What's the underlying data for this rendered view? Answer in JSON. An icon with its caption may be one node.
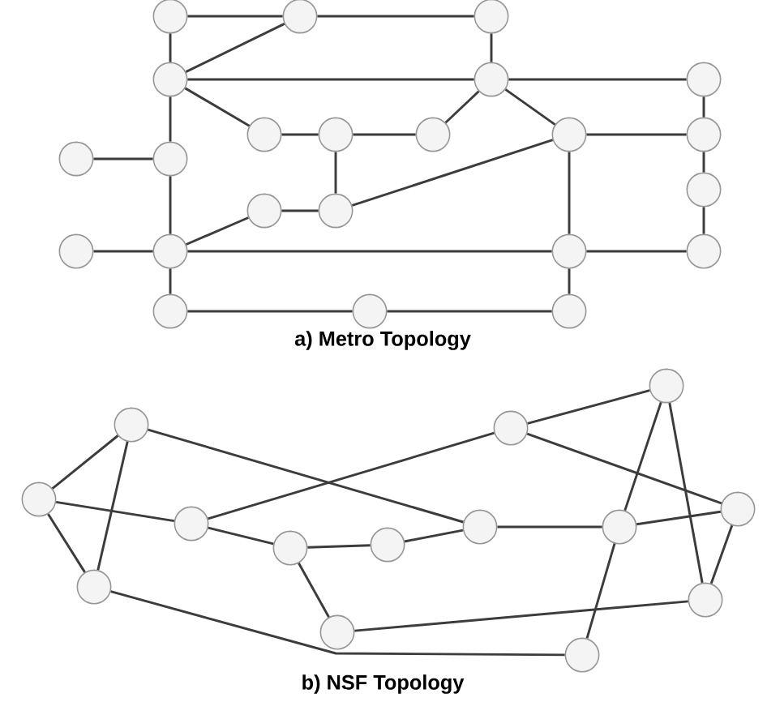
{
  "diagram": {
    "nodes": [
      {
        "text": [],
        "shape": "circle"
      },
      {
        "text": [],
        "shape": "circle"
      },
      {
        "text": [],
        "shape": "circle"
      },
      {
        "text": [],
        "shape": "circle"
      },
      {
        "text": [],
        "shape": "circle"
      },
      {
        "text": [],
        "shape": "circle"
      },
      {
        "text": [],
        "shape": "circle"
      },
      {
        "text": [],
        "shape": "circle"
      },
      {
        "text": [],
        "shape": "circle"
      },
      {
        "text": [],
        "shape": "circle"
      },
      {
        "text": [],
        "shape": "circle"
      },
      {
        "text": [],
        "shape": "circle"
      },
      {
        "text": [],
        "shape": "circle"
      },
      {
        "text": [],
        "shape": "circle"
      },
      {
        "text": [],
        "shape": "circle"
      },
      {
        "text": [],
        "shape": "circle"
      },
      {
        "text": [],
        "shape": "circle"
      },
      {
        "text": [],
        "shape": "circle"
      },
      {
        "text": [],
        "shape": "circle"
      },
      {
        "text": [],
        "shape": "circle"
      },
      {
        "text": [],
        "shape": "circle"
      },
      {
        "text": [],
        "shape": "circle"
      },
      {
        "text": [],
        "shape": "circle"
      },
      {
        "text": [],
        "shape": "circle"
      },
      {
        "text": [],
        "shape": "circle"
      },
      {
        "text": [],
        "shape": "circle"
      },
      {
        "text": [],
        "shape": "circle"
      },
      {
        "text": [],
        "shape": "circle"
      },
      {
        "text": [],
        "shape": "circle"
      },
      {
        "text": [],
        "shape": "circle"
      },
      {
        "text": [],
        "shape": "circle"
      },
      {
        "text": [],
        "shape": "circle"
      },
      {
        "text": [],
        "shape": "circle"
      },
      {
        "text": [],
        "shape": "circle"
      },
      {
        "text": [],
        "shape": "circle"
      },
      {
        "text": [],
        "shape": "circle"
      },
      {
        "text": [],
        "shape": "circle"
      }
    ],
    "edges": [
      {
        "from": 0,
        "to": 1,
        "arrow": "none"
      },
      {
        "from": 1,
        "to": 2,
        "arrow": "none"
      },
      {
        "from": 0,
        "to": 3,
        "arrow": "none"
      },
      {
        "from": 2,
        "to": 4,
        "arrow": "none"
      },
      {
        "from": 3,
        "to": 1,
        "arrow": "none"
      },
      {
        "from": 3,
        "to": 4,
        "arrow": "none"
      },
      {
        "from": 4,
        "to": 5,
        "arrow": "none"
      },
      {
        "from": 3,
        "to": 6,
        "arrow": "none"
      },
      {
        "from": 6,
        "to": 7,
        "arrow": "none"
      },
      {
        "from": 7,
        "to": 8,
        "arrow": "none"
      },
      {
        "from": 8,
        "to": 4,
        "arrow": "none"
      },
      {
        "from": 4,
        "to": 9,
        "arrow": "none"
      },
      {
        "from": 9,
        "to": 10,
        "arrow": "none"
      },
      {
        "from": 5,
        "to": 10,
        "arrow": "none"
      },
      {
        "from": 10,
        "to": 13,
        "arrow": "none"
      },
      {
        "from": 13,
        "to": 19,
        "arrow": "none"
      },
      {
        "from": 7,
        "to": 15,
        "arrow": "none"
      },
      {
        "from": 14,
        "to": 15,
        "arrow": "none"
      },
      {
        "from": 15,
        "to": 9,
        "arrow": "none"
      },
      {
        "from": 11,
        "to": 12,
        "arrow": "none"
      },
      {
        "from": 3,
        "to": 12,
        "arrow": "none"
      },
      {
        "from": 12,
        "to": 17,
        "arrow": "none"
      },
      {
        "from": 16,
        "to": 17,
        "arrow": "none"
      },
      {
        "from": 17,
        "to": 14,
        "arrow": "none"
      },
      {
        "from": 17,
        "to": 18,
        "arrow": "none"
      },
      {
        "from": 18,
        "to": 19,
        "arrow": "none"
      },
      {
        "from": 9,
        "to": 18,
        "arrow": "none"
      },
      {
        "from": 17,
        "to": 20,
        "arrow": "none"
      },
      {
        "from": 20,
        "to": 21,
        "arrow": "none"
      },
      {
        "from": 21,
        "to": 22,
        "arrow": "none"
      },
      {
        "from": 18,
        "to": 22,
        "arrow": "none"
      },
      {
        "from": 23,
        "to": 24,
        "arrow": "none"
      },
      {
        "from": 23,
        "to": 26,
        "arrow": "none"
      },
      {
        "from": 23,
        "to": 29,
        "arrow": "none"
      },
      {
        "from": 24,
        "to": 25,
        "arrow": "none"
      },
      {
        "from": 24,
        "to": 26,
        "arrow": "none"
      },
      {
        "from": 25,
        "to": 27,
        "arrow": "none"
      },
      {
        "from": 25,
        "to": 30,
        "arrow": "none"
      },
      {
        "from": 27,
        "to": 28,
        "arrow": "none"
      },
      {
        "from": 28,
        "to": 29,
        "arrow": "none"
      },
      {
        "from": 27,
        "to": 34,
        "arrow": "none"
      },
      {
        "from": 29,
        "to": 32,
        "arrow": "none"
      },
      {
        "from": 30,
        "to": 31,
        "arrow": "none"
      },
      {
        "from": 30,
        "to": 33,
        "arrow": "none"
      },
      {
        "from": 31,
        "to": 32,
        "arrow": "none"
      },
      {
        "from": 31,
        "to": 35,
        "arrow": "none"
      },
      {
        "from": 32,
        "to": 33,
        "arrow": "none"
      },
      {
        "from": 32,
        "to": 36,
        "arrow": "none"
      },
      {
        "from": 33,
        "to": 35,
        "arrow": "none"
      },
      {
        "from": 26,
        "to": 36,
        "arrow": "none"
      },
      {
        "from": 34,
        "to": 35,
        "arrow": "none"
      }
    ],
    "labels": [
      "a) Metro Topology",
      "b) NSF Topology"
    ]
  }
}
